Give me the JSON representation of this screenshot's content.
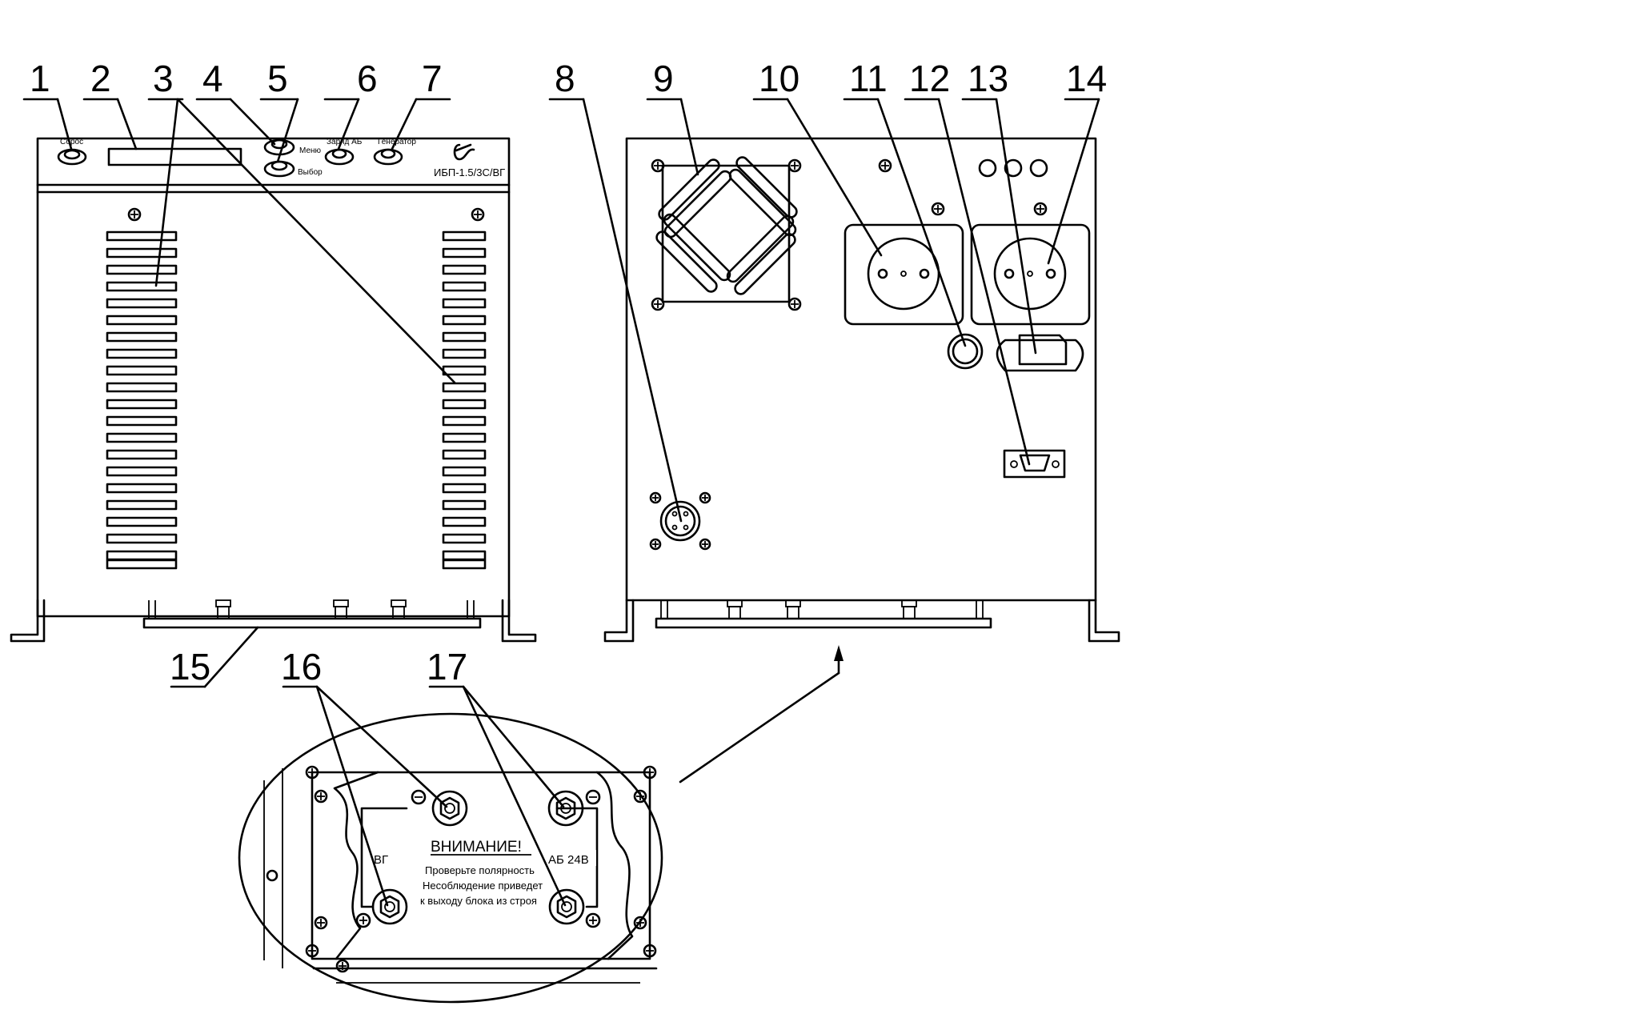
{
  "callouts": [
    "1",
    "2",
    "3",
    "4",
    "5",
    "6",
    "7",
    "8",
    "9",
    "10",
    "11",
    "12",
    "13",
    "14",
    "15",
    "16",
    "17"
  ],
  "front_panel": {
    "switch_label_1": "Сброс",
    "button_label_menu": "Меню",
    "button_label_select": "Выбор",
    "switch_label_6": "Заряд АБ",
    "switch_label_7": "Генератор",
    "model": "ИБП-1.5/3С/ВГ"
  },
  "detail_panel": {
    "warning_title": "ВНИМАНИЕ!",
    "warning_lines": [
      "Проверьте полярность",
      "Несоблюдение приведет",
      "к выходу блока из строя"
    ],
    "label_left": "ВГ",
    "label_right": "АБ 24В"
  },
  "colors": {
    "ink": "#000000",
    "paper": "#ffffff"
  }
}
